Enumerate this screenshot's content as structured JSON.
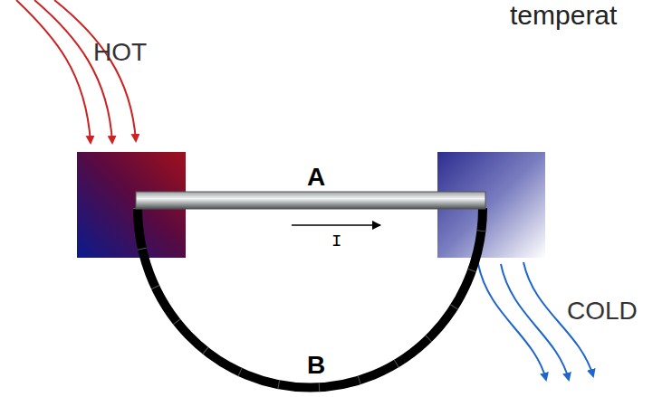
{
  "diagram": {
    "labels": [
      "temperat",
      "HOT",
      "A",
      "I",
      "B",
      "COLD"
    ]
  }
}
